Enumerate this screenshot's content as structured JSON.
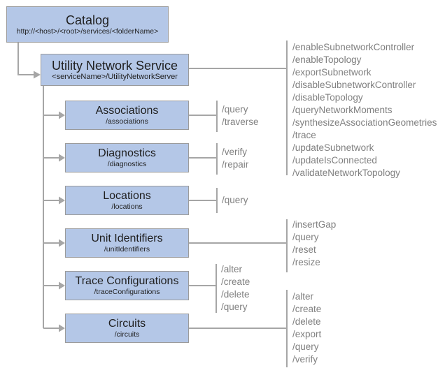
{
  "colors": {
    "box_fill": "#b4c7e7",
    "box_border": "#9b9b9b",
    "connector": "#a6a6a6",
    "operation_text": "#808080",
    "title_text": "#1f1f1f",
    "background": "#ffffff"
  },
  "nodes": {
    "catalog": {
      "title": "Catalog",
      "subtitle": "http://<host>/<root>/services/<folderName>"
    },
    "utility_network_service": {
      "title": "Utility Network Service",
      "subtitle": "<serviceName>/UtilityNetworkServer",
      "operations": [
        "/enableSubnetworkController",
        "/enableTopology",
        "/exportSubnetwork",
        "/disableSubnetworkController",
        "/disableTopology",
        "/queryNetworkMoments",
        "/synthesizeAssociationGeometries",
        "/trace",
        "/updateSubnetwork",
        "/updateIsConnected",
        "/validateNetworkTopology"
      ]
    },
    "children": [
      {
        "title": "Associations",
        "subtitle": "/associations",
        "operations": [
          "/query",
          "/traverse"
        ]
      },
      {
        "title": "Diagnostics",
        "subtitle": "/diagnostics",
        "operations": [
          "/verify",
          "/repair"
        ]
      },
      {
        "title": "Locations",
        "subtitle": "/locations",
        "operations": [
          "/query"
        ]
      },
      {
        "title": "Unit Identifiers",
        "subtitle": "/unitIdentifiers",
        "operations": [
          "/insertGap",
          "/query",
          "/reset",
          "/resize"
        ]
      },
      {
        "title": "Trace Configurations",
        "subtitle": "/traceConfigurations",
        "operations": [
          "/alter",
          "/create",
          "/delete",
          "/query"
        ]
      },
      {
        "title": "Circuits",
        "subtitle": "/circuits",
        "operations": [
          "/alter",
          "/create",
          "/delete",
          "/export",
          "/query",
          "/verify"
        ]
      }
    ]
  }
}
